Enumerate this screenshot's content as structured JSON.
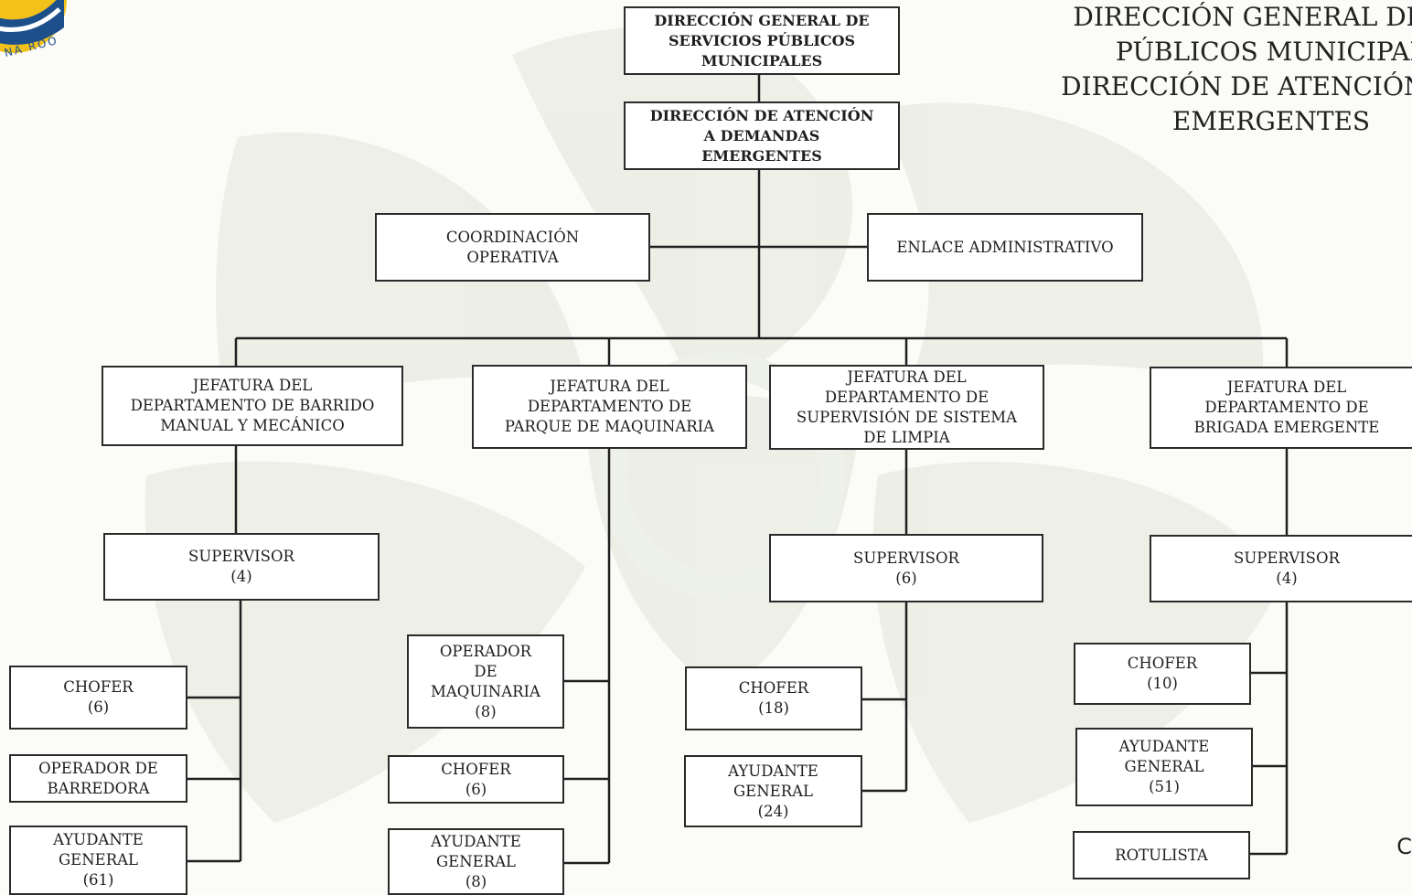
{
  "header": {
    "title": "DIRECCIÓN GENERAL DE SE\nPÚBLICOS MUNICIPAL\nDIRECCIÓN DE ATENCIÓN A D\nEMERGENTES",
    "logo_text": "NA ROO"
  },
  "colors": {
    "line": "#1f1f1f",
    "box_border": "#2a2a2a",
    "watermark": "#e8ebe2",
    "logo_blue": "#1d4f8a",
    "logo_yellow": "#f2c21b"
  },
  "nodes": {
    "dg": "DIRECCIÓN GENERAL DE\nSERVICIOS PÚBLICOS\nMUNICIPALES",
    "dade": "DIRECCIÓN DE ATENCIÓN\nA DEMANDAS\nEMERGENTES",
    "coord": "COORDINACIÓN\nOPERATIVA",
    "enlace": "ENLACE ADMINISTRATIVO",
    "j1": "JEFATURA DEL\nDEPARTAMENTO DE BARRIDO\nMANUAL Y MECÁNICO",
    "j2": "JEFATURA DEL\nDEPARTAMENTO DE\nPARQUE DE MAQUINARIA",
    "j3": "JEFATURA DEL\nDEPARTAMENTO DE\nSUPERVISIÓN DE SISTEMA\nDE LIMPIA",
    "j4": "JEFATURA DEL\nDEPARTAMENTO DE\nBRIGADA EMERGENTE",
    "s1": "SUPERVISOR\n(4)",
    "s3": "SUPERVISOR\n(6)",
    "s4": "SUPERVISOR\n(4)",
    "c1": "CHOFER\n(6)",
    "ob1": "OPERADOR DE\nBARREDORA",
    "ag1": "AYUDANTE\nGENERAL\n(61)",
    "om2": "OPERADOR\nDE\nMAQUINARIA\n(8)",
    "c2": "CHOFER\n(6)",
    "ag2": "AYUDANTE\nGENERAL\n(8)",
    "c3": "CHOFER\n(18)",
    "ag3": "AYUDANTE\nGENERAL\n(24)",
    "c4": "CHOFER\n(10)",
    "ag4": "AYUDANTE\nGENERAL\n(51)",
    "rot4": "ROTULISTA"
  },
  "right_edge_mark": "C"
}
